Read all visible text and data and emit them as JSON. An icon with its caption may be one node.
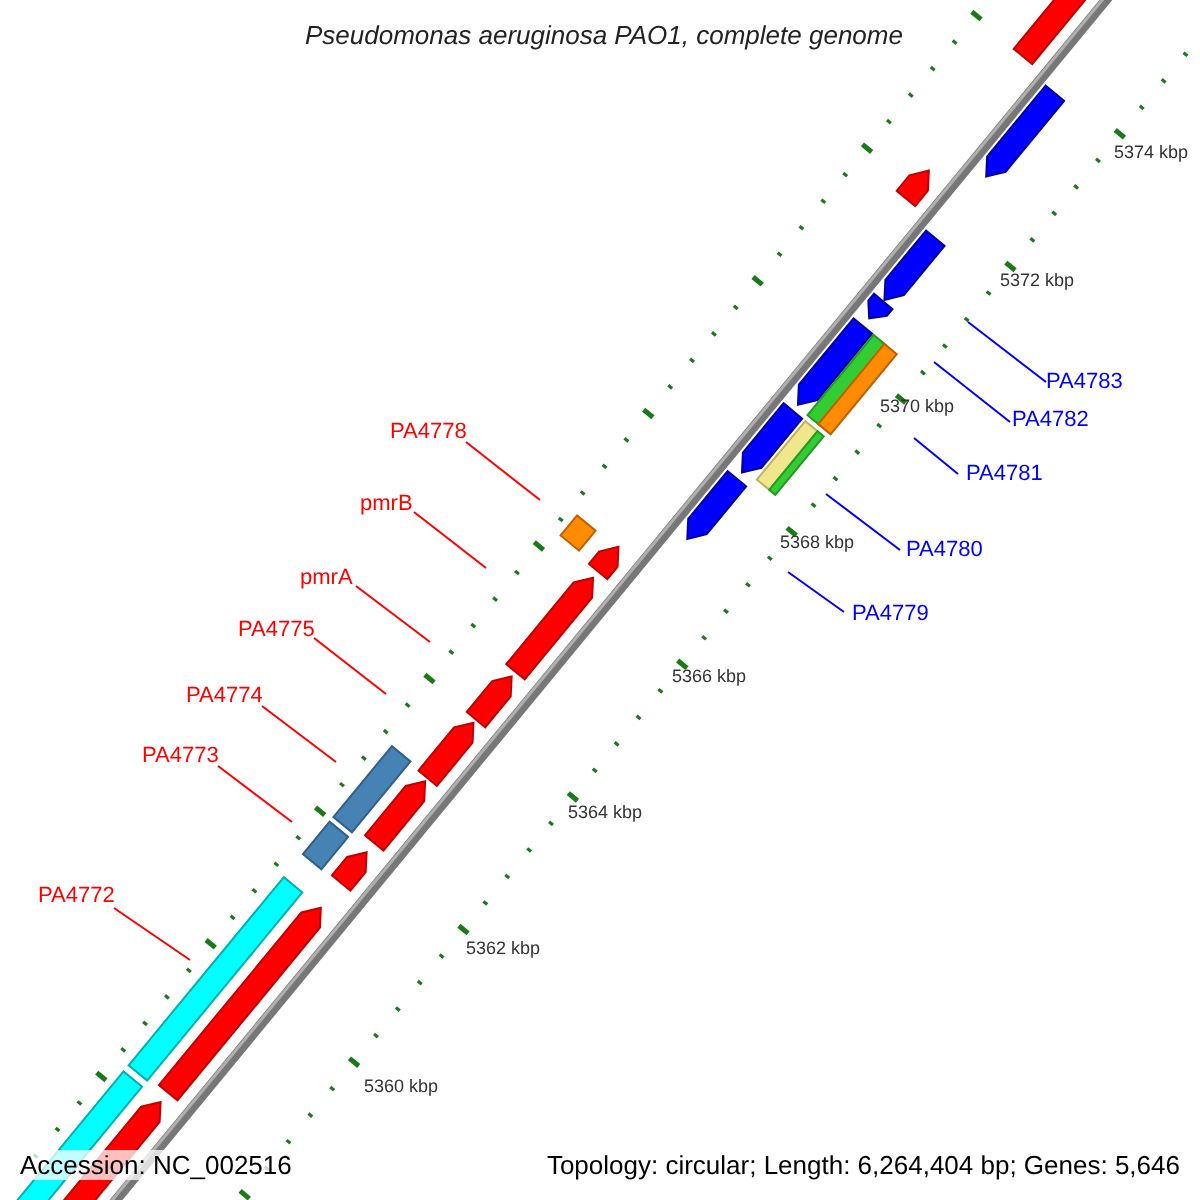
{
  "diagram": {
    "title": "Pseudomonas aeruginosa PAO1, complete genome",
    "nodes": [
      {
        "text": [
          "PA4778"
        ]
      },
      {
        "text": [
          "pmrB"
        ]
      },
      {
        "text": [
          "pmrA"
        ]
      },
      {
        "text": [
          "PA4775"
        ]
      },
      {
        "text": [
          "PA4774"
        ]
      },
      {
        "text": [
          "PA4773"
        ]
      },
      {
        "text": [
          "PA4772"
        ]
      },
      {
        "text": [
          "PA4783"
        ]
      },
      {
        "text": [
          "PA4782"
        ]
      },
      {
        "text": [
          "PA4781"
        ]
      },
      {
        "text": [
          "PA4780"
        ]
      },
      {
        "text": [
          "PA4779"
        ]
      }
    ],
    "edges": [
      {
        "from": 0,
        "to": null,
        "arrow": "none"
      },
      {
        "from": 1,
        "to": null,
        "arrow": "none"
      },
      {
        "from": 2,
        "to": null,
        "arrow": "none"
      },
      {
        "from": 3,
        "to": null,
        "arrow": "none"
      },
      {
        "from": 4,
        "to": null,
        "arrow": "none"
      },
      {
        "from": 5,
        "to": null,
        "arrow": "none"
      },
      {
        "from": 6,
        "to": null,
        "arrow": "none"
      },
      {
        "from": 7,
        "to": null,
        "arrow": "none",
        "color": "#0000ff"
      },
      {
        "from": 8,
        "to": null,
        "arrow": "none",
        "color": "#0000ff"
      },
      {
        "from": 9,
        "to": null,
        "arrow": "none",
        "color": "#0000ff"
      },
      {
        "from": 10,
        "to": null,
        "arrow": "none",
        "color": "#0000ff"
      },
      {
        "from": 11,
        "to": null,
        "arrow": "none",
        "color": "#0000ff"
      }
    ],
    "labels": [
      "5374 kbp",
      "5372 kbp",
      "5370 kbp",
      "5368 kbp",
      "5366 kbp",
      "5364 kbp",
      "5362 kbp",
      "5360 kbp",
      "Accession: NC_002516",
      "Topology: circular; Length: 6,264,404 bp; Genes: 5,646"
    ]
  }
}
